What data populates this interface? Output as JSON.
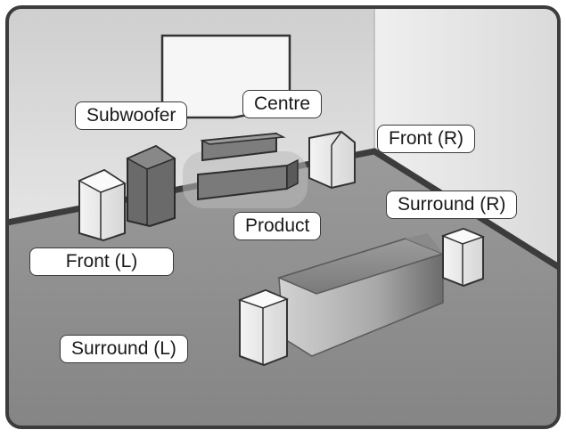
{
  "labels": {
    "subwoofer": "Subwoofer",
    "centre": "Centre",
    "front_right": "Front (R)",
    "surround_right": "Surround (R)",
    "product": "Product",
    "front_left": "Front (L)",
    "surround_left": "Surround (L)"
  },
  "colors": {
    "room_frame": "#3c3c3c",
    "floor": "#8f8f8f",
    "wall_back": "#dcdcdc",
    "wall_right": "#e8e8e8",
    "label_border": "#3a3a3a"
  }
}
